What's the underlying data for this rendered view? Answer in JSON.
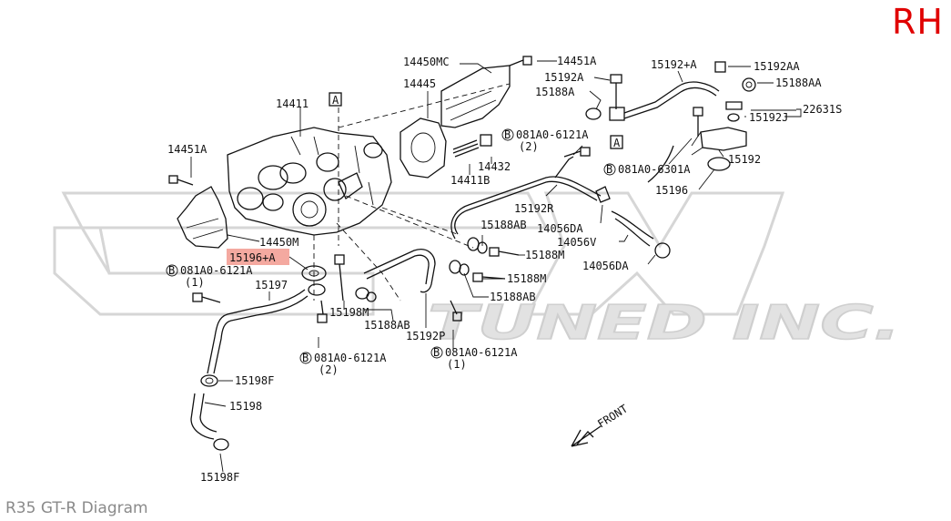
{
  "side_label": "RH",
  "caption": "R35 GT-R Diagram",
  "watermark": "TUNED INC.",
  "highlight_color": "#f4a9a0",
  "side_label_color": "#e00000",
  "parts": {
    "p14450MC": "14450MC",
    "p14451A_top": "14451A",
    "p14445": "14445",
    "p14411": "14411",
    "p14451A_left": "14451A",
    "p14450M": "14450M",
    "p15196A": "15196+A",
    "b081A0_left": "081A0-6121A",
    "b081A0_left_qty": "(1)",
    "p15197": "15197",
    "p15198M": "15198M",
    "b081A0_mid": "081A0-6121A",
    "b081A0_mid_qty": "(2)",
    "p15198F_top": "15198F",
    "p15198": "15198",
    "p15198F_bot": "15198F",
    "p15188AB_mid": "15188AB",
    "p15192P": "15192P",
    "b081A0_low": "081A0-6121A",
    "b081A0_low_qty": "(1)",
    "p15188M_mid": "15188M",
    "p15188AB_right": "15188AB",
    "p15188AB_up": "15188AB",
    "p15188M_up": "15188M",
    "p15192R": "15192R",
    "p14056DA_up": "14056DA",
    "p14056V": "14056V",
    "p14056DA_low": "14056DA",
    "p14432": "14432",
    "p14411B": "14411B",
    "b081A0_top": "081A0-6121A",
    "b081A0_top_qty": "(2)",
    "p15192A": "15192A",
    "p15188A": "15188A",
    "p15192_plusA": "15192+A",
    "p15192AA": "15192AA",
    "p15188AA": "15188AA",
    "p22631S": "22631S",
    "p15192J": "15192J",
    "b081A0_6301A": "081A0-6301A",
    "p15192": "15192",
    "p15196": "15196",
    "ref_A1": "A",
    "ref_A2": "A",
    "front": "FRONT",
    "bolt_symbol": "B"
  }
}
